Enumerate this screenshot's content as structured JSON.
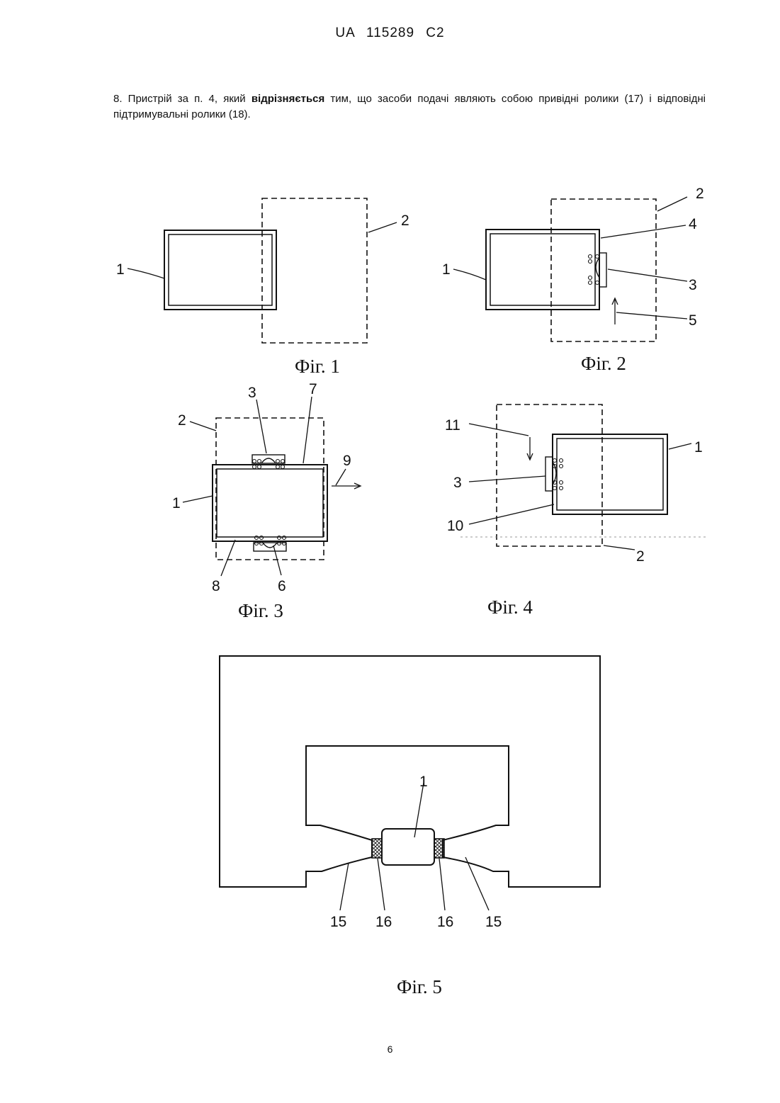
{
  "header": {
    "text": "UA 115289 C2"
  },
  "claim": {
    "before": "8. Пристрій за п. 4, який ",
    "bold": "відрізняється",
    "after": " тим, що засоби подачі являють собою привідні ролики (17) і відповідні підтримувальні ролики (18)."
  },
  "figures": [
    {
      "caption": "Фіг. 1",
      "labels": [
        "1",
        "2"
      ]
    },
    {
      "caption": "Фіг. 2",
      "labels": [
        "1",
        "2",
        "4",
        "3",
        "5"
      ]
    },
    {
      "caption": "Фіг. 3",
      "labels": [
        "3",
        "7",
        "2",
        "9",
        "1",
        "8",
        "6"
      ]
    },
    {
      "caption": "Фіг. 4",
      "labels": [
        "11",
        "1",
        "3",
        "10",
        "2"
      ]
    },
    {
      "caption": "Фіг. 5",
      "labels": [
        "1",
        "15",
        "16",
        "16",
        "15"
      ]
    }
  ],
  "page_number": "6"
}
